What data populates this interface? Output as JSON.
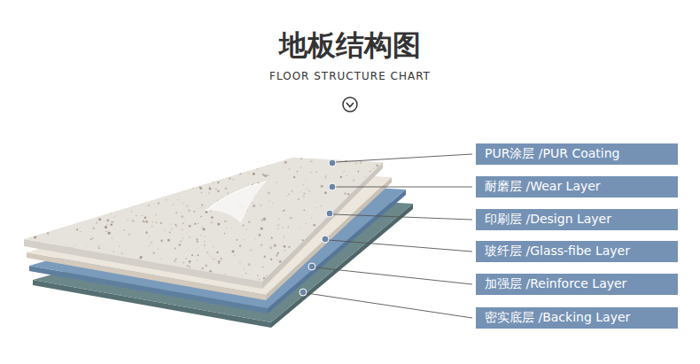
{
  "diagram": {
    "title": "地板结构图",
    "nodes": [
      {
        "text": [
          "PUR涂层 /PUR Coating"
        ]
      },
      {
        "text": [
          "耐磨层 /Wear Layer"
        ]
      },
      {
        "text": [
          "印刷层 /Design Layer"
        ]
      },
      {
        "text": [
          "玻纤层 /Glass-fibe Layer"
        ]
      },
      {
        "text": [
          "加强层 /Reinforce Layer"
        ]
      },
      {
        "text": [
          "密实底层 /Backing Layer"
        ]
      }
    ],
    "labels": [
      "FLOOR STRUCTURE CHART"
    ]
  }
}
